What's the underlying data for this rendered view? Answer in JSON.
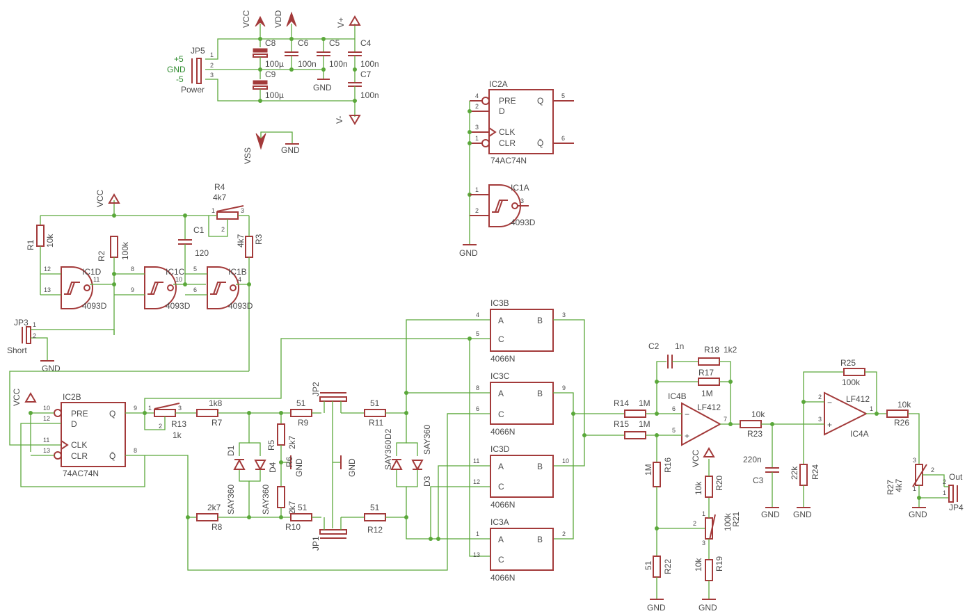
{
  "power_header": {
    "ref": "JP5",
    "pins": [
      "+5",
      "GND",
      "-5"
    ],
    "caption": "Power",
    "pin_numbers": [
      "1",
      "2",
      "3"
    ]
  },
  "rails": [
    "VCC",
    "VDD",
    "V+",
    "V-",
    "VSS",
    "GND"
  ],
  "decoupling": {
    "C8": "100µ",
    "C9": "100µ",
    "C6": "100n",
    "C5": "100n",
    "C4": "100n",
    "C7": "100n"
  },
  "ics": {
    "IC2A": {
      "part": "74AC74N",
      "pins": [
        "PRE",
        "D",
        "CLK",
        "CLR",
        "Q",
        "Q̄"
      ],
      "nums": [
        "4",
        "2",
        "3",
        "1",
        "5",
        "6"
      ]
    },
    "IC2B": {
      "part": "74AC74N",
      "pins": [
        "PRE",
        "D",
        "CLK",
        "CLR",
        "Q",
        "Q̄"
      ],
      "nums": [
        "10",
        "12",
        "11",
        "13",
        "9",
        "8"
      ]
    },
    "IC1A": {
      "part": "4093D",
      "nums": [
        "1",
        "2",
        "3"
      ]
    },
    "IC1B": {
      "part": "4093D",
      "nums": [
        "5",
        "6",
        "4"
      ]
    },
    "IC1C": {
      "part": "4093D",
      "nums": [
        "8",
        "9",
        "10"
      ]
    },
    "IC1D": {
      "part": "4093D",
      "nums": [
        "12",
        "13",
        "11"
      ]
    },
    "IC3A": {
      "part": "4066N",
      "pins": [
        "A",
        "C",
        "B"
      ],
      "nums": [
        "1",
        "13",
        "2"
      ]
    },
    "IC3B": {
      "part": "4066N",
      "pins": [
        "A",
        "C",
        "B"
      ],
      "nums": [
        "4",
        "5",
        "3"
      ]
    },
    "IC3C": {
      "part": "4066N",
      "pins": [
        "A",
        "C",
        "B"
      ],
      "nums": [
        "8",
        "6",
        "9"
      ]
    },
    "IC3D": {
      "part": "4066N",
      "pins": [
        "A",
        "C",
        "B"
      ],
      "nums": [
        "11",
        "12",
        "10"
      ]
    },
    "IC4A": {
      "part": "LF412",
      "nums": [
        "2",
        "3",
        "1"
      ]
    },
    "IC4B": {
      "part": "LF412",
      "nums": [
        "6",
        "5",
        "7"
      ]
    }
  },
  "resistors": {
    "R1": "10k",
    "R2": "100k",
    "R3": "4k7",
    "R4": "4k7",
    "R5": "2k7",
    "R6": "2k7",
    "R7": "1k8",
    "R8": "2k7",
    "R9": "51",
    "R10": "51",
    "R11": "51",
    "R12": "51",
    "R13": "1k",
    "R14": "1M",
    "R15": "1M",
    "R16": "1M",
    "R17": "1M",
    "R18": "1k2",
    "R19": "10k",
    "R20": "10k",
    "R21": "100k",
    "R22": "51",
    "R23": "10k",
    "R24": "22k",
    "R25": "100k",
    "R26": "10k",
    "R27": "4k7"
  },
  "capacitors": {
    "C1": "120",
    "C2": "1n",
    "C3": "220n"
  },
  "diodes": {
    "D1": "SAY360",
    "D2": "SAY360",
    "D3": "SAY360",
    "D4": "SAY360"
  },
  "jumpers": {
    "JP1": "JP1",
    "JP2": "JP2",
    "JP3": "JP3",
    "JP3_caption": "Short",
    "JP4": "JP4",
    "JP4_caption": "Out"
  }
}
